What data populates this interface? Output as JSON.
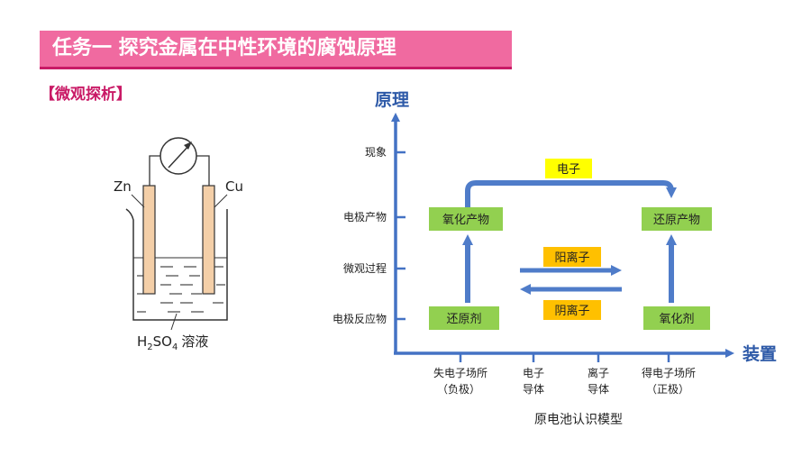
{
  "header": {
    "title": "任务一  探究金属在中性环境的腐蚀原理"
  },
  "section": {
    "label": "【微观探析】"
  },
  "apparatus": {
    "anode_label": "Zn",
    "cathode_label": "Cu",
    "solution_formula_h": "H",
    "solution_formula_h_sub": "2",
    "solution_formula_so": "SO",
    "solution_formula_so_sub": "4",
    "solution_name": "溶液"
  },
  "model": {
    "y_axis_label": "原理",
    "x_axis_label": "装置",
    "y_levels": [
      "现象",
      "电极产物",
      "微观过程",
      "电极反应物"
    ],
    "x_categories": [
      {
        "line1": "失电子场所",
        "line2": "（负极）"
      },
      {
        "line1": "电子",
        "line2": "导体"
      },
      {
        "line1": "离子",
        "line2": "导体"
      },
      {
        "line1": "得电子场所",
        "line2": "（正极）"
      }
    ],
    "boxes": {
      "oxidation_product": "氧化产物",
      "reduction_product": "还原产物",
      "reducing_agent": "还原剂",
      "oxidizing_agent": "氧化剂",
      "electron": "电子",
      "cation": "阳离子",
      "anion": "阴离子"
    },
    "caption": "原电池认识模型"
  },
  "colors": {
    "banner": "#f06aa0",
    "accent": "#c91a66",
    "axis": "#4472c4",
    "arrow": "#4f7cc9",
    "green_box": "#92d050",
    "yellow_box": "#ffff00",
    "orange_box": "#ffc000",
    "electrode": "#f4cfa8"
  }
}
